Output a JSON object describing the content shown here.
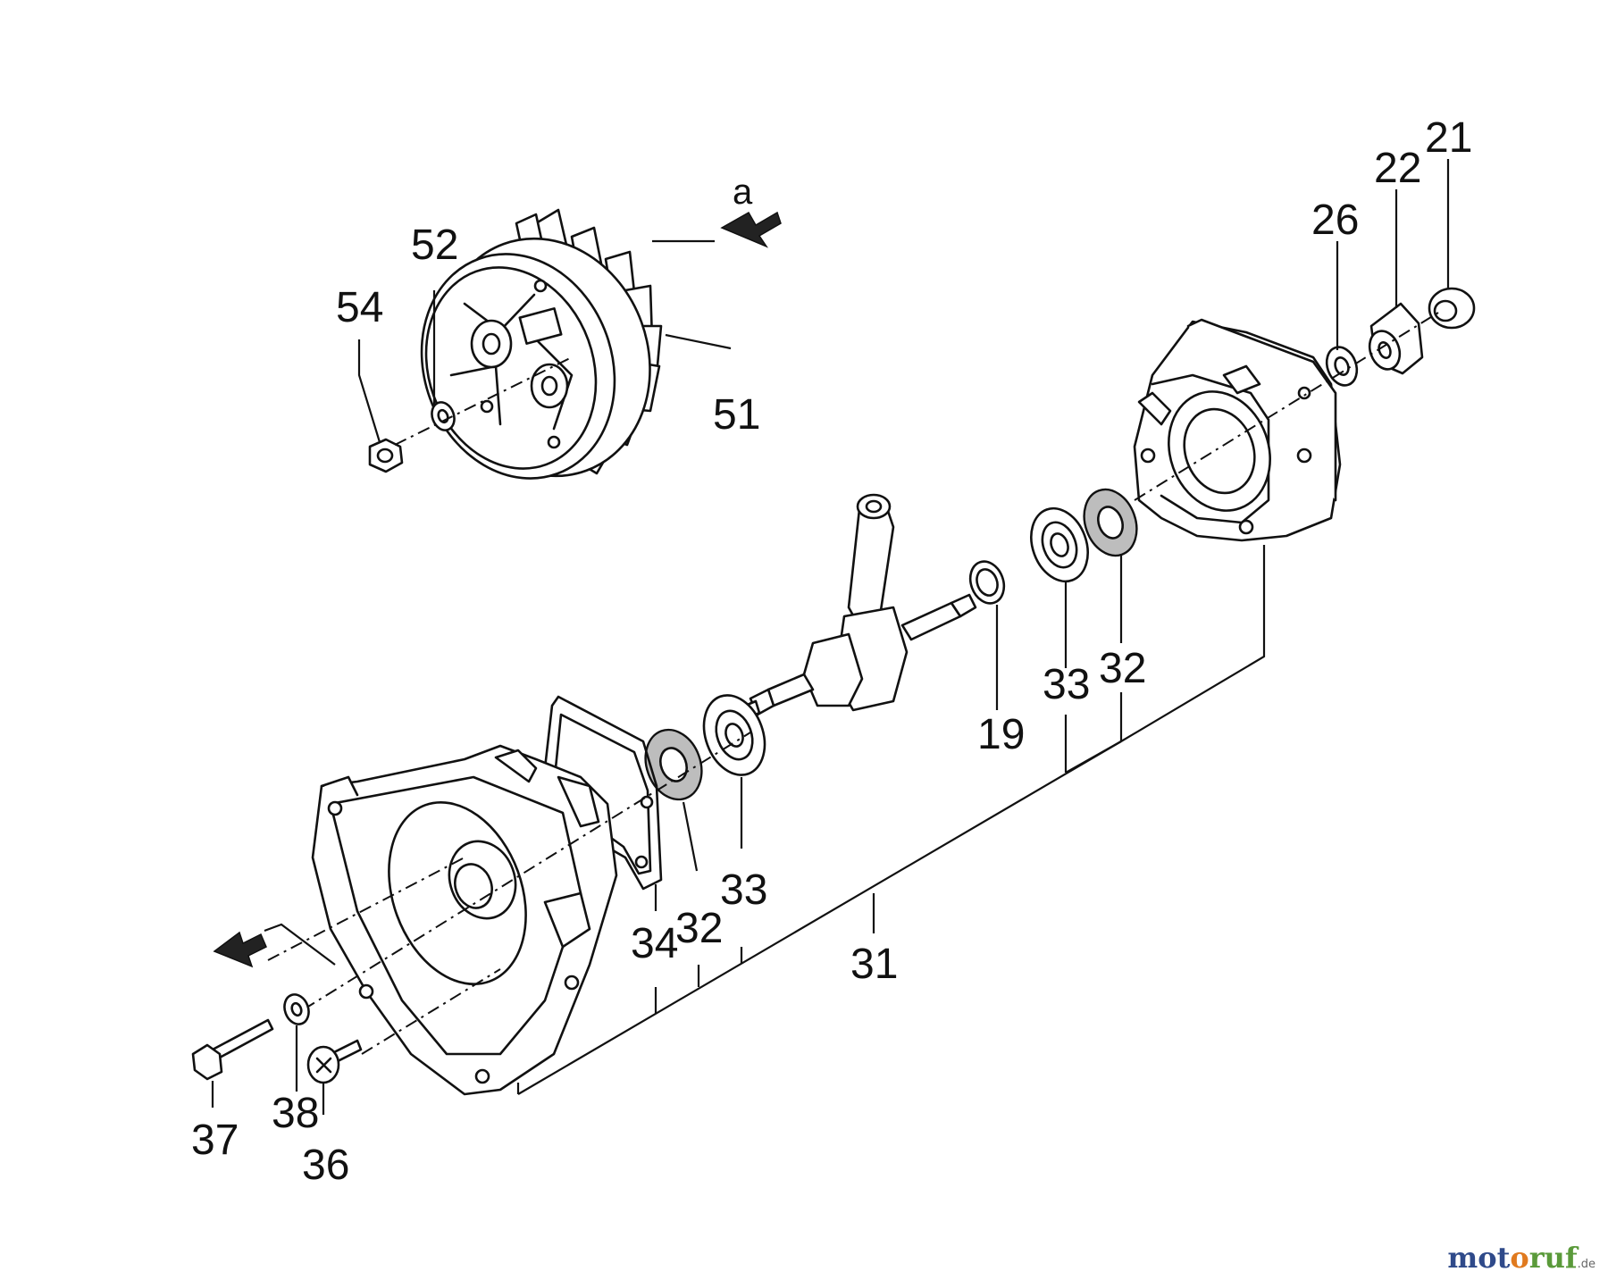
{
  "diagram": {
    "arrow_label": "a",
    "part_labels": {
      "p21": "21",
      "p22": "22",
      "p26": "26",
      "p52": "52",
      "p54": "54",
      "p51": "51",
      "p19": "19",
      "p33_right": "33",
      "p32_right": "32",
      "p33_left": "33",
      "p32_left": "32",
      "p34": "34",
      "p31": "31",
      "p37": "37",
      "p38": "38",
      "p36": "36"
    }
  },
  "watermark": {
    "part1": "mot",
    "part2": "o",
    "part3": "ruf",
    "suffix": ".de"
  }
}
